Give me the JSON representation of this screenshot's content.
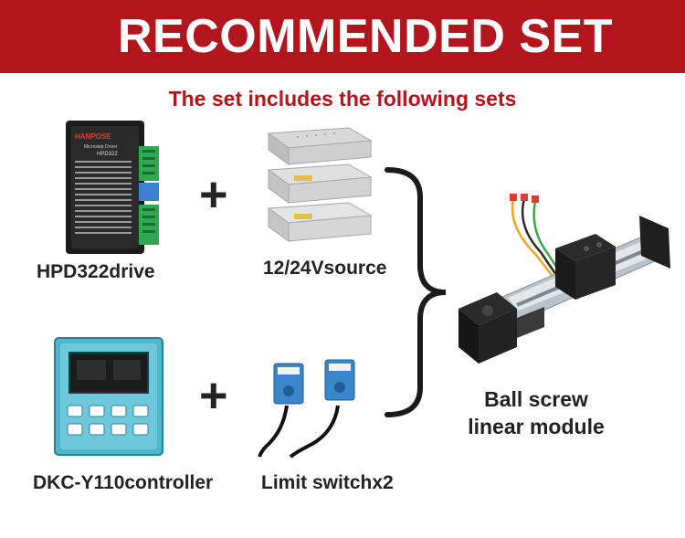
{
  "banner": {
    "title": "RECOMMENDED SET"
  },
  "subtitle": "The set includes the following sets",
  "items": {
    "driver": {
      "label": "HPD322drive",
      "brand": "HANPOSE",
      "model": "HPD322",
      "caption": "Microstep Driver"
    },
    "power": {
      "label": "12/24Vsource"
    },
    "controller": {
      "label": "DKC-Y110controller"
    },
    "switch": {
      "label": "Limit switchx2"
    },
    "module": {
      "label_line1": "Ball screw",
      "label_line2": "linear module"
    }
  },
  "plus": "+",
  "colors": {
    "banner": "#b3151c",
    "subtitle": "#b3151c",
    "text": "#222222",
    "controller_body": "#5ec3d6",
    "switch_body": "#3b86c8",
    "terminal_green": "#2fa84f"
  }
}
